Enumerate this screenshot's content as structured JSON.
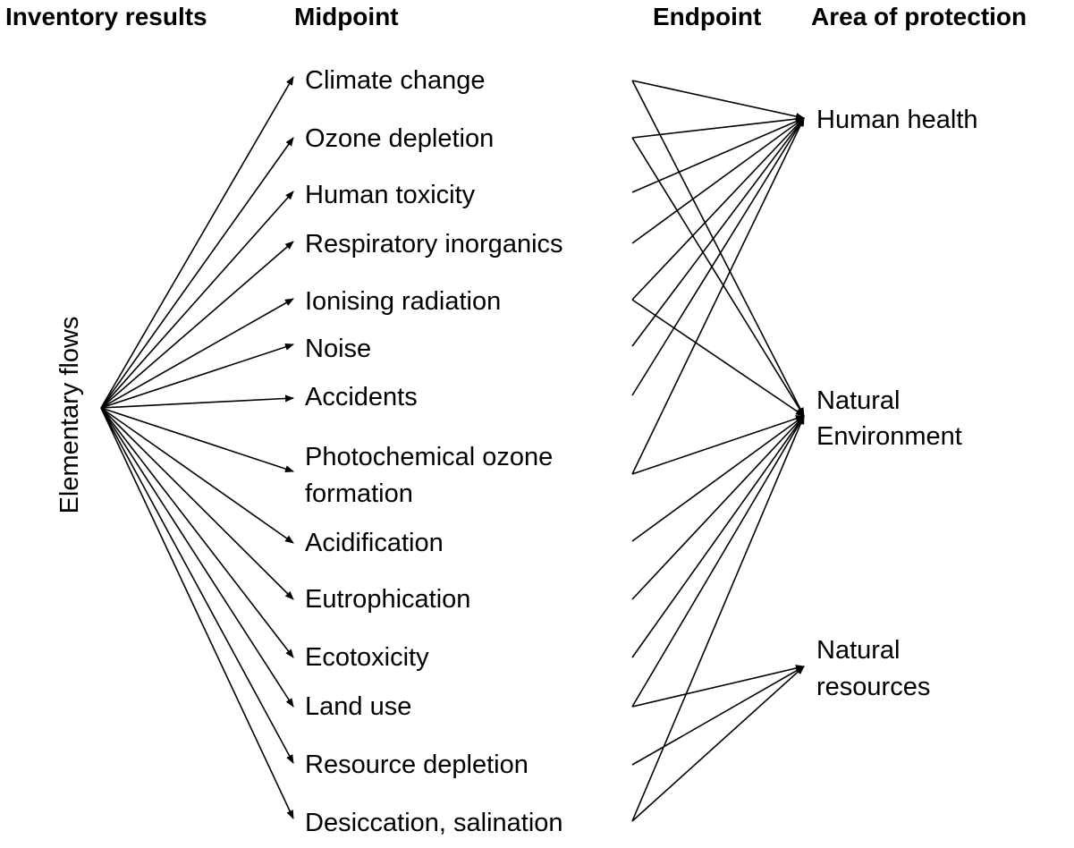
{
  "headers": {
    "inventory": "Inventory results",
    "midpoint": "Midpoint",
    "endpoint": "Endpoint",
    "area": "Area of protection"
  },
  "source_label": "Elementary flows",
  "midpoints": [
    "Climate change",
    "Ozone depletion",
    "Human toxicity",
    "Respiratory inorganics",
    "Ionising radiation",
    "Noise",
    "Accidents",
    "Photochemical ozone formation",
    "Acidification",
    "Eutrophication",
    "Ecotoxicity",
    "Land use",
    "Resource depletion",
    "Desiccation, salination"
  ],
  "photochemical_lines": [
    "Photochemical ozone",
    "formation"
  ],
  "areas_of_protection": {
    "human_health": "Human health",
    "natural_environment": [
      "Natural",
      "Environment"
    ],
    "natural_resources": [
      "Natural",
      "resources"
    ]
  },
  "links": [
    {
      "from": "Climate change",
      "to": [
        "Human health",
        "Natural Environment"
      ]
    },
    {
      "from": "Ozone depletion",
      "to": [
        "Human health",
        "Natural Environment"
      ]
    },
    {
      "from": "Human toxicity",
      "to": [
        "Human health"
      ]
    },
    {
      "from": "Respiratory inorganics",
      "to": [
        "Human health"
      ]
    },
    {
      "from": "Ionising radiation",
      "to": [
        "Human health",
        "Natural Environment"
      ]
    },
    {
      "from": "Noise",
      "to": [
        "Human health"
      ]
    },
    {
      "from": "Accidents",
      "to": [
        "Human health"
      ]
    },
    {
      "from": "Photochemical ozone formation",
      "to": [
        "Human health",
        "Natural Environment"
      ]
    },
    {
      "from": "Acidification",
      "to": [
        "Natural Environment"
      ]
    },
    {
      "from": "Eutrophication",
      "to": [
        "Natural Environment"
      ]
    },
    {
      "from": "Ecotoxicity",
      "to": [
        "Natural Environment"
      ]
    },
    {
      "from": "Land use",
      "to": [
        "Natural Environment",
        "Natural resources"
      ]
    },
    {
      "from": "Resource depletion",
      "to": [
        "Natural resources"
      ]
    },
    {
      "from": "Desiccation, salination",
      "to": [
        "Natural Environment",
        "Natural resources"
      ]
    }
  ]
}
